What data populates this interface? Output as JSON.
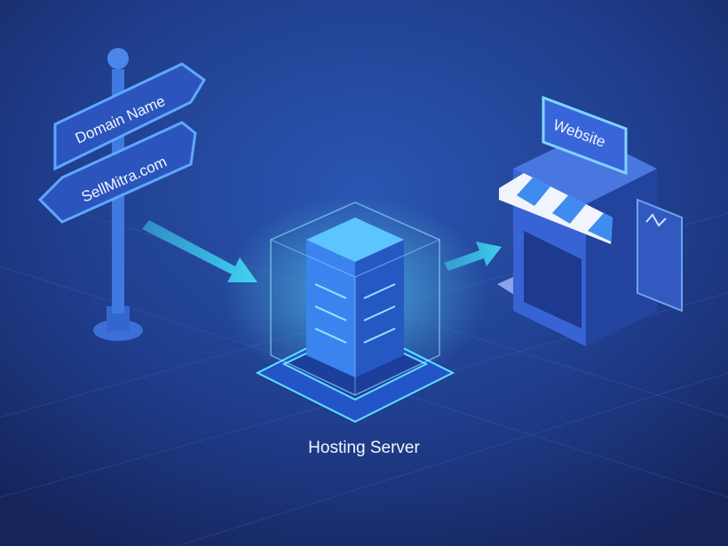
{
  "signpost": {
    "top_sign": "Domain Name",
    "bottom_sign": "SellMitra.com"
  },
  "server": {
    "caption": "Hosting Server"
  },
  "store": {
    "sign": "Website"
  },
  "colors": {
    "background_top": "#23449a",
    "background_bottom": "#17285e",
    "accent": "#3fd0f0",
    "sign_blue": "#2f5fc9",
    "awning_white": "#f1f4fb",
    "awning_blue": "#3f8cf0"
  }
}
